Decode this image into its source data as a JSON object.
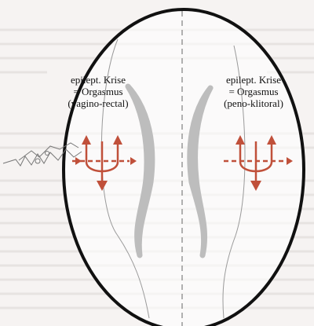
{
  "labels": {
    "left": {
      "line1": "epilept. Krise",
      "line2": "= Orgasmus",
      "line3": "(vagino-rectal)"
    },
    "right": {
      "line1": "epilept. Krise",
      "line2": "= Orgasmus",
      "line3": "(peno-klitoral)"
    }
  },
  "colors": {
    "outline": "#111111",
    "accent": "#c0503a",
    "body_shape": "#bdbdbd",
    "background_text": "#dcd6d4",
    "inner_line": "#9a9a9a"
  },
  "icons": [
    "reflex-arc-icon-left",
    "reflex-arc-icon-right",
    "nerve-wave-icon"
  ]
}
